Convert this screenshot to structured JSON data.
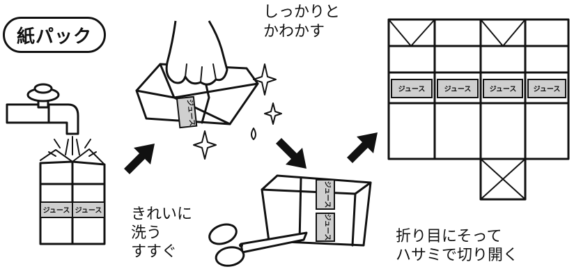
{
  "title": "紙パック",
  "juice_label": "ジュース",
  "steps": {
    "wash": [
      "きれいに",
      "洗う",
      "すすぐ"
    ],
    "dry": [
      "しっかりと",
      "かわかす"
    ],
    "cut": [
      "折り目にそって",
      "ハサミで切り開く"
    ]
  }
}
